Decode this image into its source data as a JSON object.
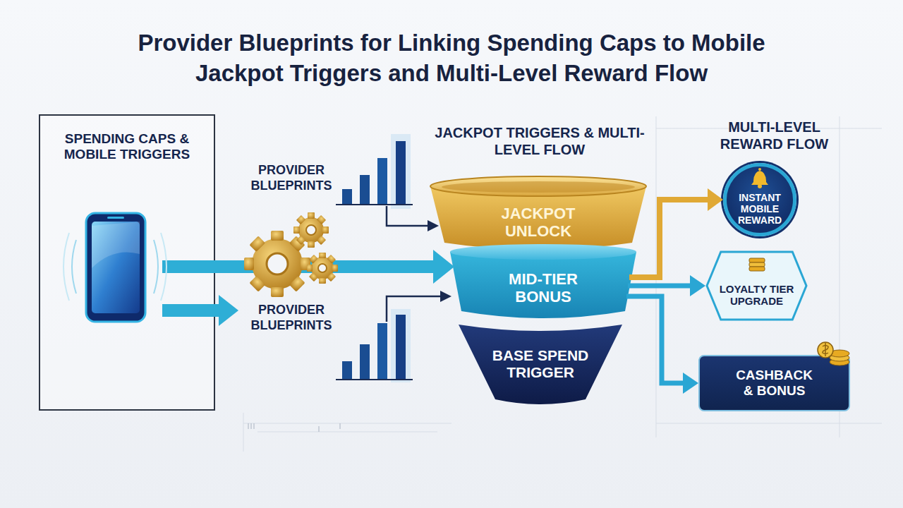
{
  "diagram": {
    "title": "Provider Blueprints for Linking Spending Caps to Mobile Jackpot Triggers and Multi-Level Reward Flow",
    "nodes": [
      {
        "text": [
          "SPENDING CAPS & MOBILE TRIGGERS"
        ]
      },
      {
        "text": [
          "JACKPOT UNLOCK"
        ]
      },
      {
        "text": [
          "MID-TIER BONUS"
        ]
      },
      {
        "text": [
          "BASE SPEND TRIGGER"
        ]
      },
      {
        "text": [
          "INSTANT MOBILE REWARD"
        ]
      },
      {
        "text": [
          "LOYALTY TIER UPGRADE"
        ]
      },
      {
        "text": [
          "CASHBACK & BONUS"
        ]
      }
    ],
    "edges": [
      {
        "from": 0,
        "to": 2,
        "arrow": "to"
      },
      {
        "from": 2,
        "to": 4,
        "arrow": "to"
      },
      {
        "from": 2,
        "to": 5,
        "arrow": "to"
      },
      {
        "from": 2,
        "to": 6,
        "arrow": "to"
      }
    ],
    "labels": [
      "PROVIDER BLUEPRINTS",
      "PROVIDER BLUEPRINTS",
      "JACKPOT TRIGGERS & MULTI-LEVEL FLOW",
      "MULTI-LEVEL REWARD FLOW"
    ]
  }
}
